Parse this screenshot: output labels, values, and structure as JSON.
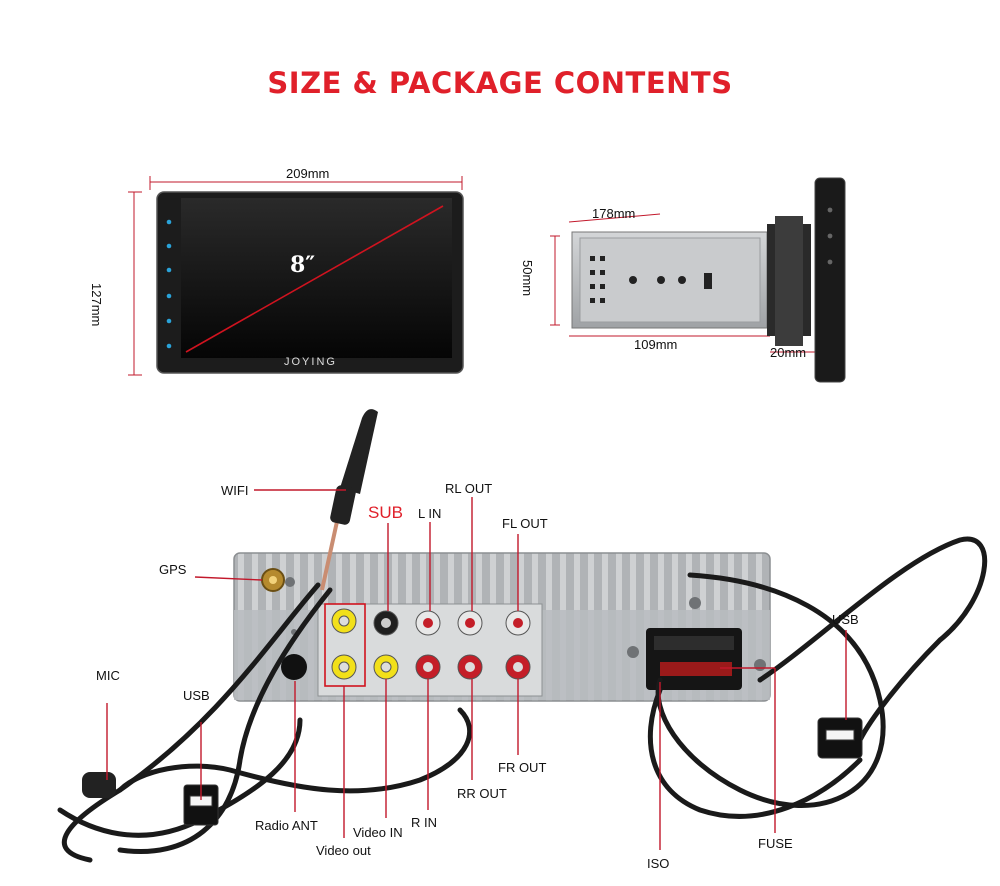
{
  "title": "SIZE & PACKAGE CONTENTS",
  "front_view": {
    "width_label": "209mm",
    "height_label": "127mm",
    "diagonal_label": "8″",
    "brand": "JOYING"
  },
  "side_view": {
    "depth_label": "178mm",
    "height_label": "50mm",
    "body_depth_label": "109mm",
    "faceplate_label": "20mm"
  },
  "connectors": {
    "wifi": "WIFI",
    "gps": "GPS",
    "mic": "MIC",
    "usb_left": "USB",
    "sub": "SUB",
    "l_in": "L IN",
    "rl_out": "RL OUT",
    "fl_out": "FL OUT",
    "usb_right": "USB",
    "radio_ant": "Radio ANT",
    "video_out": "Video out",
    "video_in": "Video IN",
    "r_in": "R IN",
    "rr_out": "RR OUT",
    "fr_out": "FR OUT",
    "iso": "ISO",
    "fuse": "FUSE"
  },
  "colors": {
    "accent_red": "#e0202a",
    "leader_red": "#c2182b",
    "rca_yellow": "#f2e01a",
    "rca_white": "#e8e8e8",
    "rca_red": "#c41e28",
    "chassis": "#b9bcbf",
    "cable": "#1a1a1a"
  }
}
